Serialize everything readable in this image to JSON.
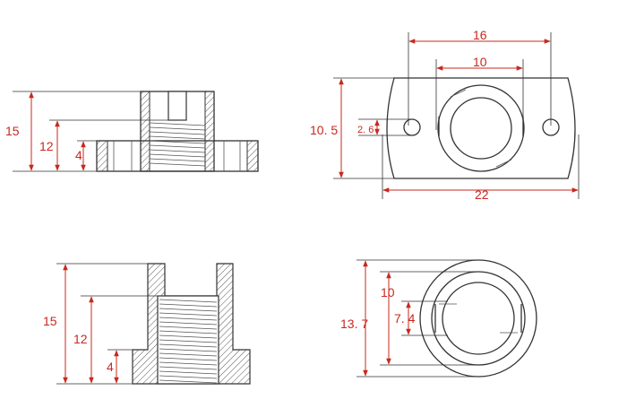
{
  "colors": {
    "dimension": "#c8281e",
    "outline": "#333333"
  },
  "views": {
    "top_left_side": {
      "h_total": "15",
      "h_thread": "12",
      "h_flange": "4"
    },
    "top_right_front": {
      "width_holes": "16",
      "width_bore": "10",
      "height": "10. 5",
      "hole_dia": "2. 6",
      "width_total": "22"
    },
    "bottom_left_section": {
      "h_total": "15",
      "h_thread": "12",
      "h_flange": "4"
    },
    "bottom_right_top": {
      "outer_dia": "13. 7",
      "slot_width": "10",
      "inner_dia": "7. 4"
    }
  }
}
